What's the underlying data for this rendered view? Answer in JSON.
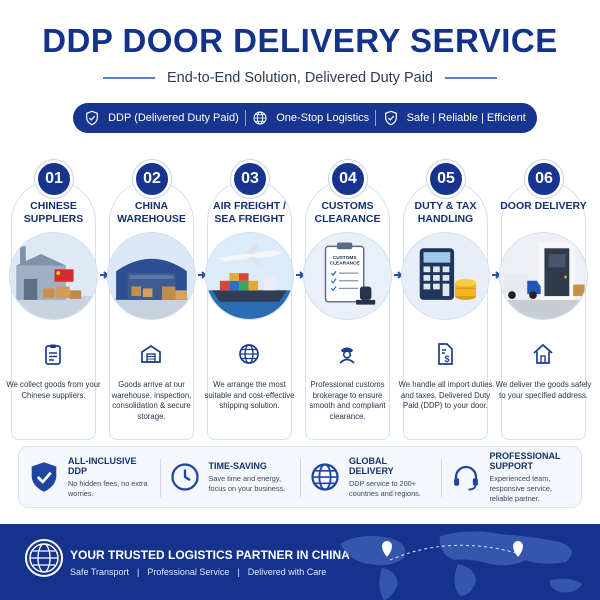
{
  "header": {
    "title": "DDP DOOR DELIVERY SERVICE",
    "subtitle": "End-to-End Solution, Delivered Duty Paid"
  },
  "banner": {
    "items": [
      {
        "label": "DDP (Delivered Duty Paid)",
        "icon": "shield-check-icon"
      },
      {
        "label": "One-Stop Logistics",
        "icon": "globe-icon"
      },
      {
        "label": "Safe | Reliable | Efficient",
        "icon": "shield-check-icon"
      }
    ]
  },
  "steps": [
    {
      "num": "01",
      "title": "CHINESE SUPPLIERS",
      "desc": "We collect goods from your Chinese suppliers.",
      "icon": "clipboard-icon",
      "image": "factory-image"
    },
    {
      "num": "02",
      "title": "CHINA WAREHOUSE",
      "desc": "Goods arrive at our warehouse, inspection, consolidation & secure storage.",
      "icon": "warehouse-icon",
      "image": "warehouse-image"
    },
    {
      "num": "03",
      "title": "AIR FREIGHT / SEA FREIGHT",
      "desc": "We arrange the most suitable and cost-effective shipping solution.",
      "icon": "globe-icon",
      "image": "plane-ship-image"
    },
    {
      "num": "04",
      "title": "CUSTOMS CLEARANCE",
      "desc": "Professional customs brokerage to ensure smooth and compliant clearance.",
      "icon": "customs-officer-icon",
      "image": "customs-clipboard-image",
      "image_text": "CUSTOMS CLEARANCE"
    },
    {
      "num": "05",
      "title": "DUTY & TAX HANDLING",
      "desc": "We handle all import duties and taxes. Delivered Duty Paid (DDP) to your door.",
      "icon": "tax-document-icon",
      "image": "calculator-coins-image"
    },
    {
      "num": "06",
      "title": "DOOR DELIVERY",
      "desc": "We deliver the goods safely to your specified address.",
      "icon": "house-icon",
      "image": "door-truck-image"
    }
  ],
  "features": [
    {
      "title": "ALL-INCLUSIVE DDP",
      "desc": "No hidden fees, no extra worries.",
      "icon": "shield-check-icon"
    },
    {
      "title": "TIME-SAVING",
      "desc": "Save time and energy, focus on your business.",
      "icon": "clock-icon"
    },
    {
      "title": "GLOBAL DELIVERY",
      "desc": "DDP service to 200+ countries and regions.",
      "icon": "globe-icon"
    },
    {
      "title": "PROFESSIONAL SUPPORT",
      "desc": "Experienced team, responsive service, reliable partner.",
      "icon": "headset-icon"
    }
  ],
  "footer": {
    "title": "YOUR TRUSTED LOGISTICS PARTNER IN CHINA",
    "tags": [
      "Safe Transport",
      "|",
      "Professional Service",
      "|",
      "Delivered with Care"
    ]
  },
  "colors": {
    "primary": "#17358f",
    "footer": "#15338c",
    "accent": "#f3b11b"
  }
}
